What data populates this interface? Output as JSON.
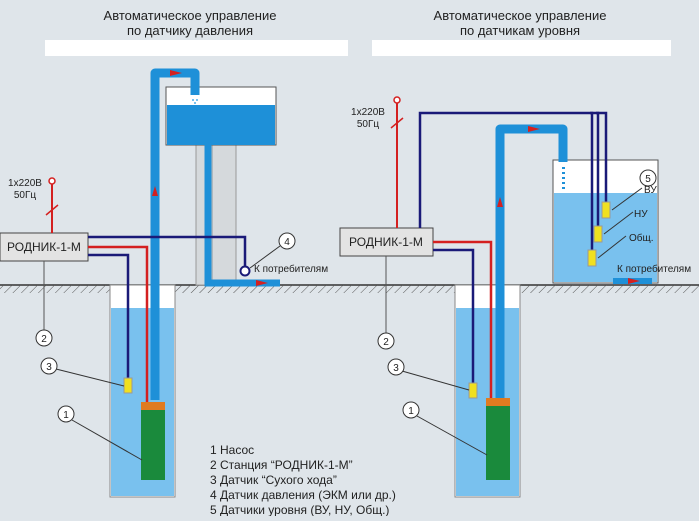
{
  "left": {
    "title_line1": "Автоматическое управление",
    "title_line2": "по датчику давления",
    "power_line1": "1х220В",
    "power_line2": "50Гц",
    "station_label": "РОДНИК-1-М",
    "consumers_label": "К потребителям",
    "callouts": [
      "1",
      "2",
      "3",
      "4"
    ]
  },
  "right": {
    "title_line1": "Автоматическое управление",
    "title_line2": "по датчикам уровня",
    "power_line1": "1х220В",
    "power_line2": "50Гц",
    "station_label": "РОДНИК-1-М",
    "consumers_label": "К потребителям",
    "sensor_labels": [
      "ВУ",
      "НУ",
      "Общ."
    ],
    "callouts": [
      "1",
      "2",
      "3",
      "5"
    ]
  },
  "legend": [
    "1 Насос",
    "2 Станция “РОДНИК-1-М”",
    "3 Датчик “Сухого хода”",
    "4 Датчик давления (ЭКМ или др.)",
    "5 Датчики уровня (ВУ, НУ, Общ.)"
  ],
  "colors": {
    "background": "#dfe5ea",
    "water": "#79c1ee",
    "pipe": "#1e90d8",
    "pump": "#1a8a3c",
    "power_wire": "#d42020",
    "signal_wire": "#1a1a78",
    "sensor": "#f0e020"
  }
}
